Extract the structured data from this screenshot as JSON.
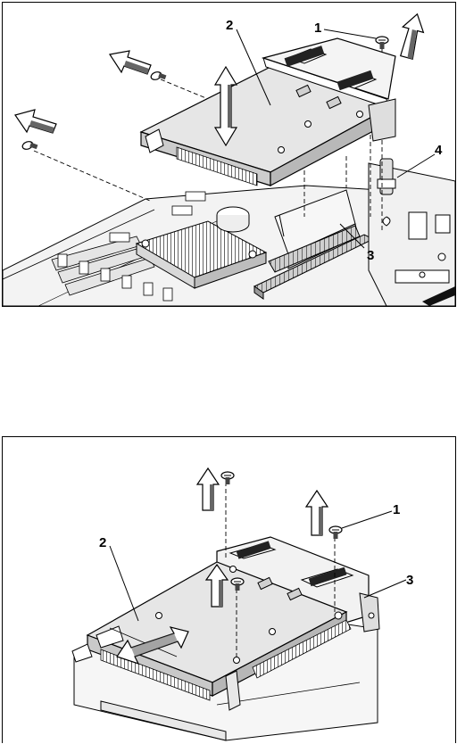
{
  "figure_top": {
    "callouts": [
      "1",
      "2",
      "3",
      "4"
    ]
  },
  "figure_bottom": {
    "callouts": [
      "1",
      "2",
      "3"
    ]
  }
}
